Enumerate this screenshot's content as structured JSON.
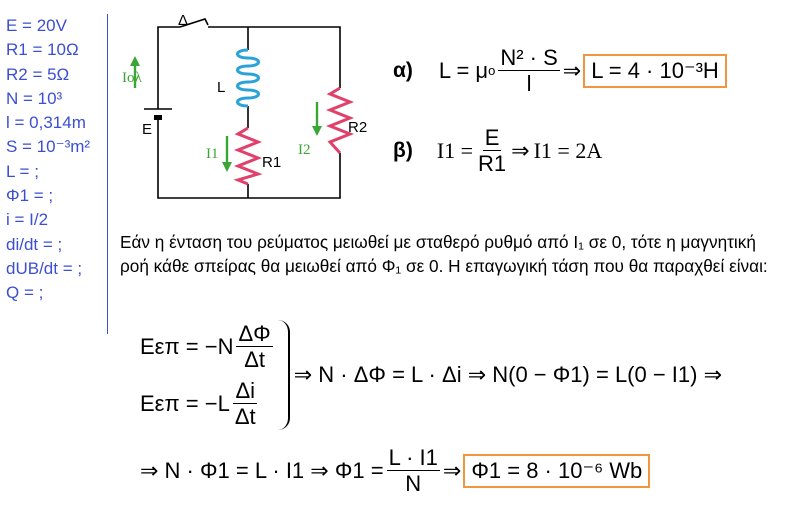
{
  "given": [
    "E = 20V",
    "R1 = 10Ω",
    "R2 = 5Ω",
    "N = 10³",
    "l = 0,314m",
    "S = 10⁻³m²",
    "L = ;",
    "Φ1 = ;",
    "i = I/2",
    "di/dt = ;",
    "dUB/dt = ;",
    "Q = ;"
  ],
  "circuit": {
    "switch": "Δ",
    "i_total": "Iολ",
    "inductor": "L",
    "battery": "E",
    "i1": "I1",
    "r1": "R1",
    "i2": "I2",
    "r2": "R2",
    "wire_color": "#000000",
    "coil_color": "#2aa1d8",
    "resistor_color": "#e0406a",
    "arrow_color": "#3aa635"
  },
  "part_a": {
    "label": "α)",
    "lhs": "L = μ",
    "mu_sub": "o",
    "num": "N² · S",
    "den": "l",
    "arrow": "⇒",
    "result": "L = 4 · 10⁻³H"
  },
  "part_b": {
    "label": "β)",
    "lhs": "I1 =",
    "num": "E",
    "den": "R1",
    "arrow": "⇒",
    "result": "I1 = 2A"
  },
  "paragraph": "Εάν η ένταση του ρεύματος μειωθεί με σταθερό ρυθμό από I₁ σε 0, τότε η μαγνητική ροή  κάθε σπείρας θα μειωθεί από Φ₁ σε 0. Η επαγωγική τάση που θα παραχθεί είναι:",
  "system": {
    "eq1_lhs": "Eεπ = −N",
    "eq1_num": "ΔΦ",
    "eq1_den": "Δt",
    "eq2_lhs": "Eεπ = −L",
    "eq2_num": "Δi",
    "eq2_den": "Δt",
    "chain": "⇒ N · ΔΦ = L · Δi ⇒ N(0 − Φ1) = L(0 − I1) ⇒",
    "line2_start": "⇒ N · Φ1 = L · I1 ⇒ Φ1 =",
    "line2_num": "L · I1",
    "line2_den": "N",
    "arrow": "⇒",
    "result": "Φ1 = 8 · 10⁻⁶ Wb"
  }
}
